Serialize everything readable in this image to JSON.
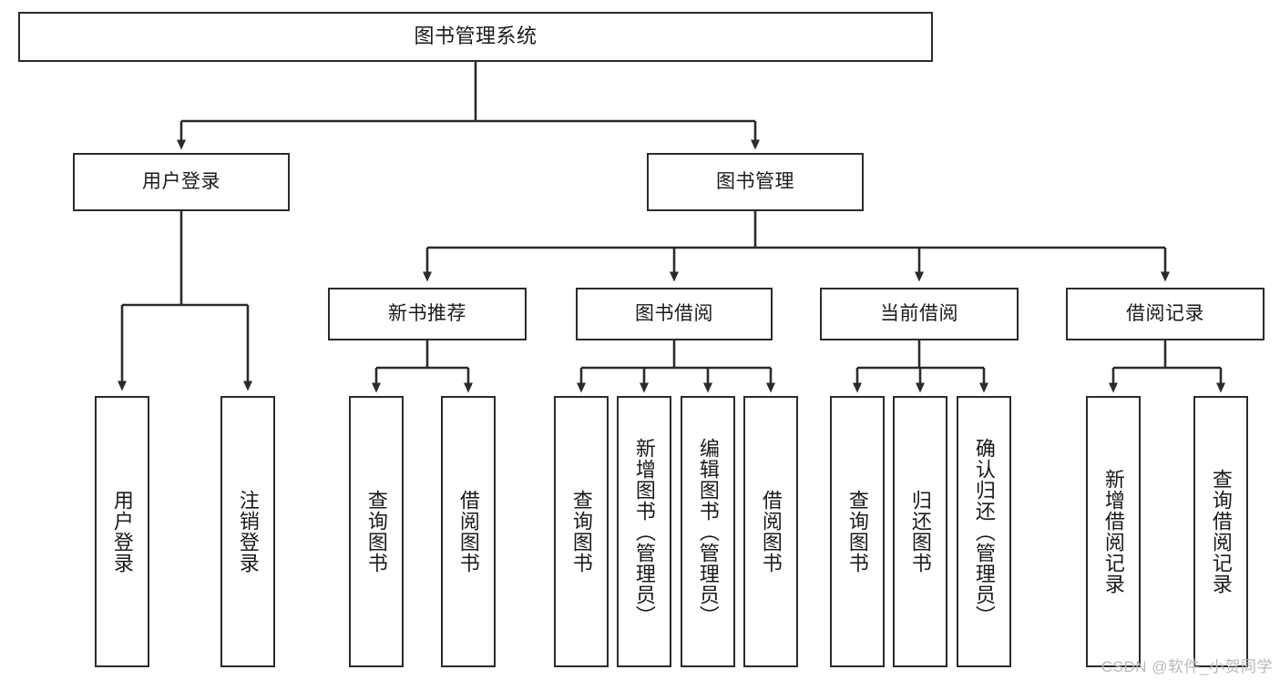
{
  "diagram": {
    "type": "tree",
    "title": "图书管理系统",
    "watermark": "CSDN @软件_小贺同学",
    "colors": {
      "box_border": "#2b2b2b",
      "box_fill": "#ffffff",
      "connector": "#2b2b2b",
      "text": "#1a1a1a",
      "watermark": "#b9b9b9"
    },
    "nodes": {
      "root": "图书管理系统",
      "level2": {
        "user_login": "用户登录",
        "book_manage": "图书管理"
      },
      "level3": {
        "new_book_recommend": "新书推荐",
        "book_borrow": "图书借阅",
        "current_borrow": "当前借阅",
        "borrow_record": "借阅记录"
      },
      "leaves": {
        "user_login_children": [
          "用户登录",
          "注销登录"
        ],
        "new_book_recommend_children": [
          "查询图书",
          "借阅图书"
        ],
        "book_borrow_children": [
          "查询图书",
          "新增图书（管理员）",
          "编辑图书（管理员）",
          "借阅图书"
        ],
        "current_borrow_children": [
          "查询图书",
          "归还图书",
          "确认归还（管理员）"
        ],
        "borrow_record_children": [
          "新增借阅记录",
          "查询借阅记录"
        ]
      }
    }
  }
}
